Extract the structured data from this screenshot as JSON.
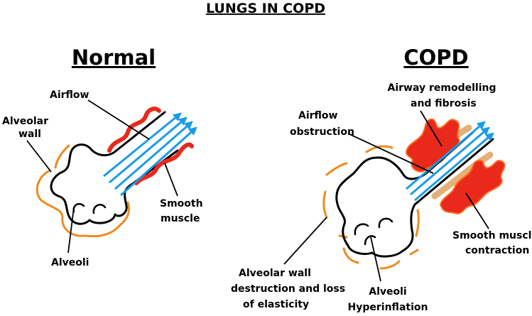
{
  "title": "LUNGS IN COPD",
  "panels": {
    "normal": {
      "heading": "Normal",
      "labels": {
        "airflow": "Airflow",
        "alveolar_wall_1": "Alveolar",
        "alveolar_wall_2": "wall",
        "smooth_muscle_1": "Smooth",
        "smooth_muscle_2": "muscle",
        "alveoli": "Alveoli"
      }
    },
    "copd": {
      "heading": "COPD",
      "labels": {
        "remodelling_1": "Airway remodelling",
        "remodelling_2": "and fibrosis",
        "obstruction_1": "Airflow",
        "obstruction_2": "obstruction",
        "contraction_1": "Smooth muscle",
        "contraction_2": "contraction",
        "destruction_1": "Alveolar wall",
        "destruction_2": "destruction and loss",
        "destruction_3": "of elasticity",
        "hyper_1": "Alveoli",
        "hyper_2": "Hyperinflation"
      }
    }
  },
  "colors": {
    "airflow_arrow": "#1a9be8",
    "smooth_muscle": "#e8291c",
    "smooth_muscle_outline": "#ff6a1a",
    "alveolar_wall": "#f08a1c",
    "fibrosis": "#e3b07a",
    "outline": "#000000"
  }
}
